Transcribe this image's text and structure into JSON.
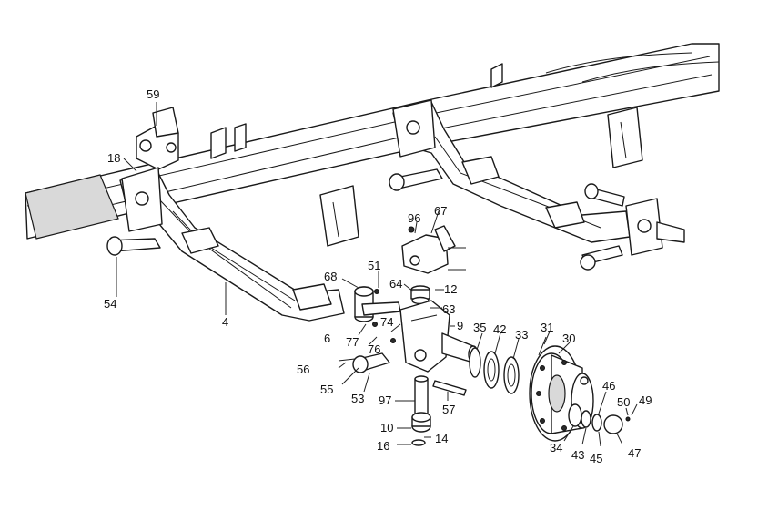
{
  "labels": [
    {
      "id": "59",
      "text": "59"
    },
    {
      "id": "18",
      "text": "18"
    },
    {
      "id": "54",
      "text": "54"
    },
    {
      "id": "4",
      "text": "4"
    },
    {
      "id": "96",
      "text": "96"
    },
    {
      "id": "67",
      "text": "67"
    },
    {
      "id": "68",
      "text": "68"
    },
    {
      "id": "51",
      "text": "51"
    },
    {
      "id": "64",
      "text": "64"
    },
    {
      "id": "12",
      "text": "12"
    },
    {
      "id": "63",
      "text": "63"
    },
    {
      "id": "74",
      "text": "74"
    },
    {
      "id": "9",
      "text": "9"
    },
    {
      "id": "35",
      "text": "35"
    },
    {
      "id": "42",
      "text": "42"
    },
    {
      "id": "33",
      "text": "33"
    },
    {
      "id": "31",
      "text": "31"
    },
    {
      "id": "30",
      "text": "30"
    },
    {
      "id": "6",
      "text": "6"
    },
    {
      "id": "77",
      "text": "77"
    },
    {
      "id": "76",
      "text": "76"
    },
    {
      "id": "56",
      "text": "56"
    },
    {
      "id": "55",
      "text": "55"
    },
    {
      "id": "53",
      "text": "53"
    },
    {
      "id": "97",
      "text": "97"
    },
    {
      "id": "57",
      "text": "57"
    },
    {
      "id": "10",
      "text": "10"
    },
    {
      "id": "16",
      "text": "16"
    },
    {
      "id": "14",
      "text": "14"
    },
    {
      "id": "46",
      "text": "46"
    },
    {
      "id": "50",
      "text": "50"
    },
    {
      "id": "49",
      "text": "49"
    },
    {
      "id": "34",
      "text": "34"
    },
    {
      "id": "43",
      "text": "43"
    },
    {
      "id": "45",
      "text": "45"
    },
    {
      "id": "47",
      "text": "47"
    }
  ]
}
